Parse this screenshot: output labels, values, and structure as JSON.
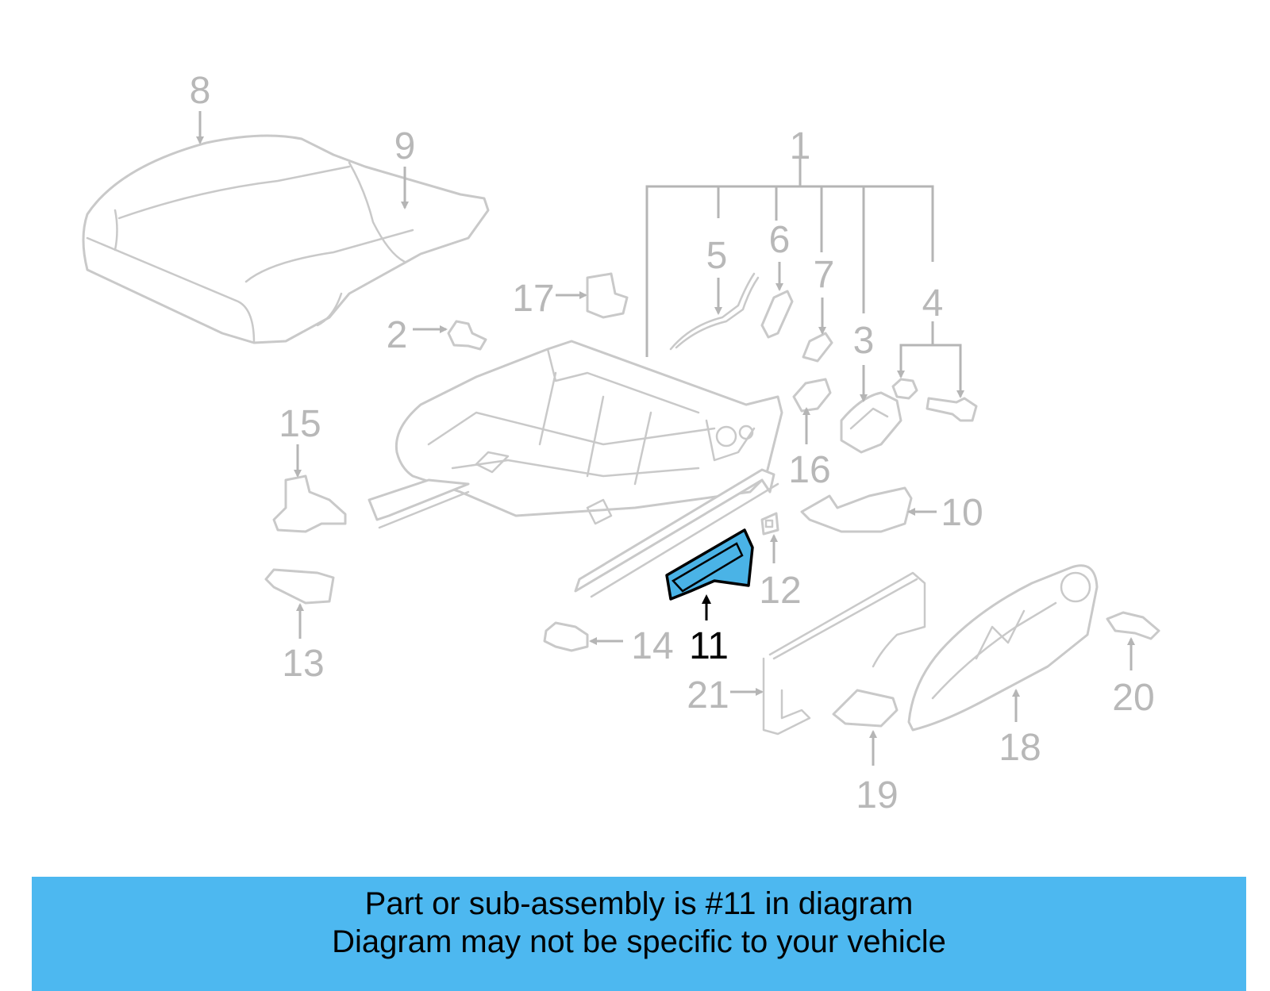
{
  "diagram": {
    "highlight_color": "#4ab3e6",
    "callouts": [
      "1",
      "2",
      "3",
      "4",
      "5",
      "6",
      "7",
      "8",
      "9",
      "10",
      "11",
      "12",
      "13",
      "14",
      "15",
      "16",
      "17",
      "18",
      "19",
      "20",
      "21"
    ],
    "selected_callout": "11"
  },
  "banner": {
    "line1": "Part or sub-assembly is #11 in diagram",
    "line2": "Diagram may not be specific to your vehicle",
    "background": "#4db8f0"
  }
}
